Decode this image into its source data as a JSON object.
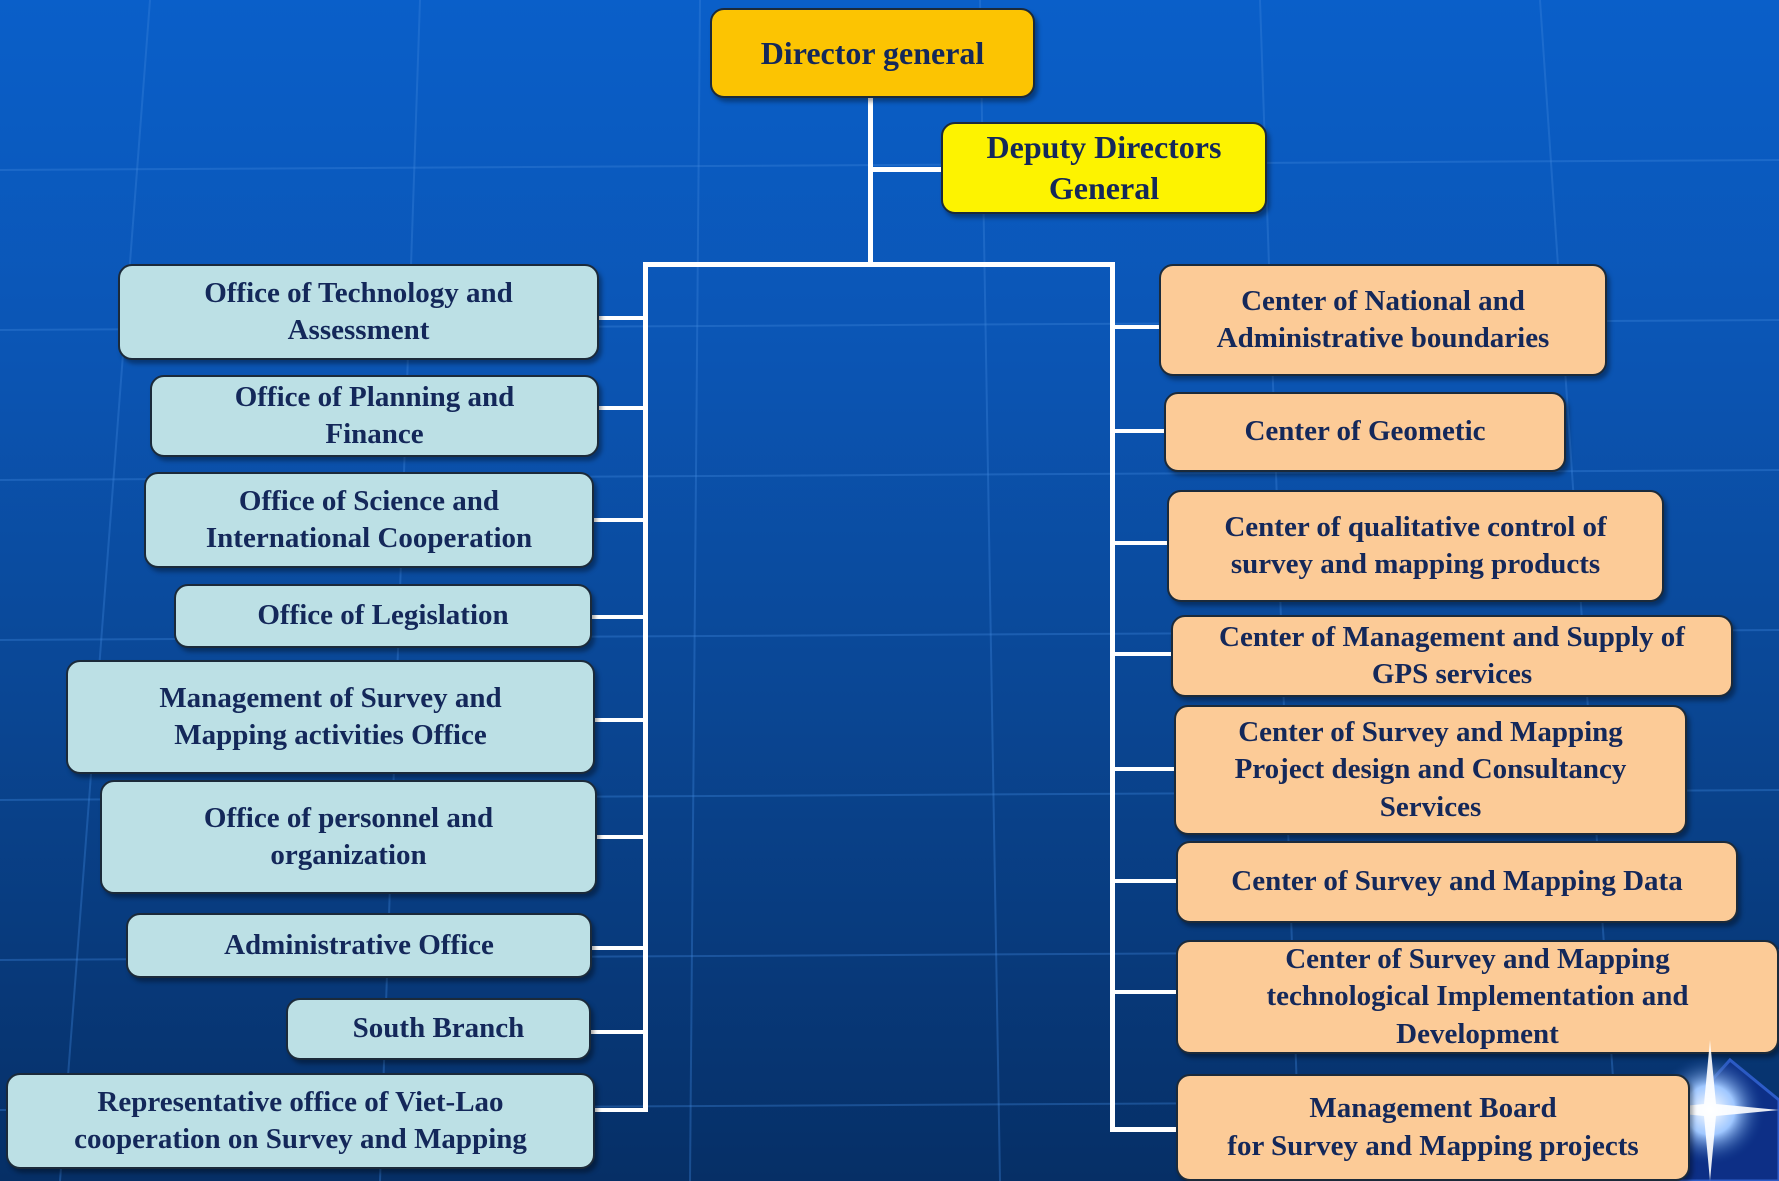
{
  "director": "Director general",
  "deputy": [
    "Deputy Directors",
    "General"
  ],
  "left_offices": [
    [
      "Office of Technology and",
      "Assessment"
    ],
    [
      "Office of  Planning and",
      "Finance"
    ],
    [
      "Office of  Science and",
      "International Cooperation"
    ],
    [
      "Office of Legislation"
    ],
    [
      "Management of Survey and",
      "Mapping activities Office"
    ],
    [
      "Office of personnel and",
      "organization"
    ],
    [
      "Administrative Office"
    ],
    [
      "South Branch"
    ],
    [
      "Representative office of Viet-Lao",
      "cooperation on Survey and Mapping"
    ]
  ],
  "right_centers": [
    [
      "Center of National and",
      "Administrative boundaries"
    ],
    [
      "Center of Geometic"
    ],
    [
      "Center of qualitative control of",
      "survey and mapping products"
    ],
    [
      "Center of Management and Supply of",
      "GPS services"
    ],
    [
      "Center of Survey and Mapping",
      "Project design and Consultancy",
      "Services"
    ],
    [
      "Center of Survey and Mapping Data"
    ],
    [
      "Center of Survey and Mapping",
      "technological Implementation and",
      "Development"
    ],
    [
      "Management Board",
      "for Survey and Mapping projects"
    ]
  ],
  "colors": {
    "director": "#fcc402",
    "deputy": "#fdf300",
    "left": "#bce0e5",
    "right": "#fccb97",
    "text": "#14285a",
    "background": "#0a5fc9"
  }
}
